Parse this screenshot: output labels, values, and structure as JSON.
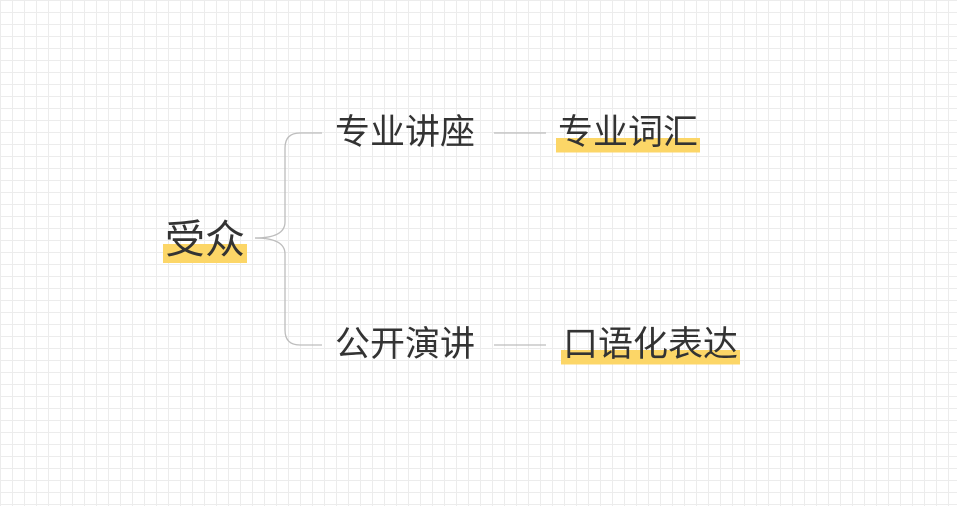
{
  "mindmap": {
    "root": {
      "label": "受众"
    },
    "branches": [
      {
        "label": "专业讲座",
        "leaf": "专业词汇"
      },
      {
        "label": "公开演讲",
        "leaf": "口语化表达"
      }
    ]
  },
  "colors": {
    "highlight": "#fcd667",
    "line": "#bdbdbd",
    "text": "#333333",
    "grid": "#ececec",
    "background": "#ffffff"
  }
}
